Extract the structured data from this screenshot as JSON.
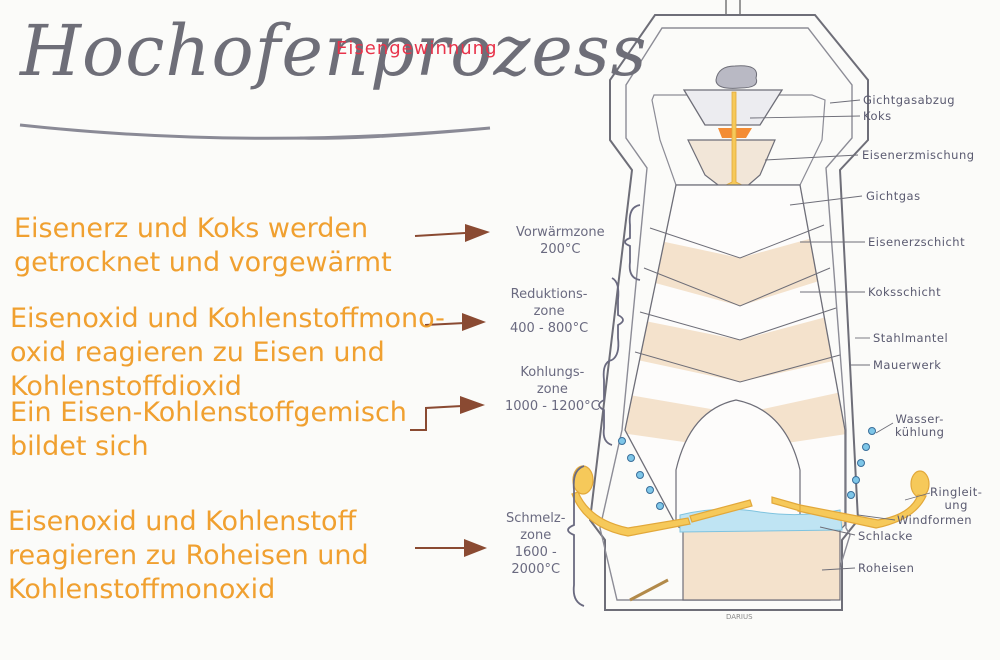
{
  "title": "Hochofenprozess",
  "subtitle": "Eisengewinnung",
  "descriptions": [
    "Eisenerz und Koks werden\ngetrocknet und vorgewärmt",
    "Eisenoxid und Kohlenstoffmono-\noxid reagieren zu Eisen und\nKohlenstoffdioxid",
    "Ein Eisen-Kohlenstoffgemisch\nbildet sich",
    "Eisenoxid und Kohlenstoff\nreagieren zu Roheisen und\nKohlenstoffmonoxid"
  ],
  "zones": [
    "Vorwärmzone\n200°C",
    "Reduktions-\nzone\n400 - 800°C",
    "Kohlungs-\nzone\n1000 - 1200°C",
    "Schmelz-\nzone\n1600 -\n2000°C"
  ],
  "labels": {
    "gichtgasabzug": "Gichtgasabzug",
    "koks": "Koks",
    "eisenerzmischung": "Eisenerzmischung",
    "gichtgas": "Gichtgas",
    "eisenerzschicht": "Eisenerzschicht",
    "koksschicht": "Koksschicht",
    "stahlmantel": "Stahlmantel",
    "mauerwerk": "Mauerwerk",
    "wasserkuehlung": "Wasser-\nkühlung",
    "ringleitung": "Ringleit-\nung",
    "windformen": "Windformen",
    "schlacke": "Schlacke",
    "roheisen": "Roheisen"
  },
  "signature": "DARIUS",
  "colors": {
    "accent": "#e8334a",
    "description_text": "#f0a030",
    "arrow": "#8a4a32",
    "layer_fill": "#f4e2cc",
    "flame": "#f6c95a",
    "slag": "#bfe4f3"
  }
}
